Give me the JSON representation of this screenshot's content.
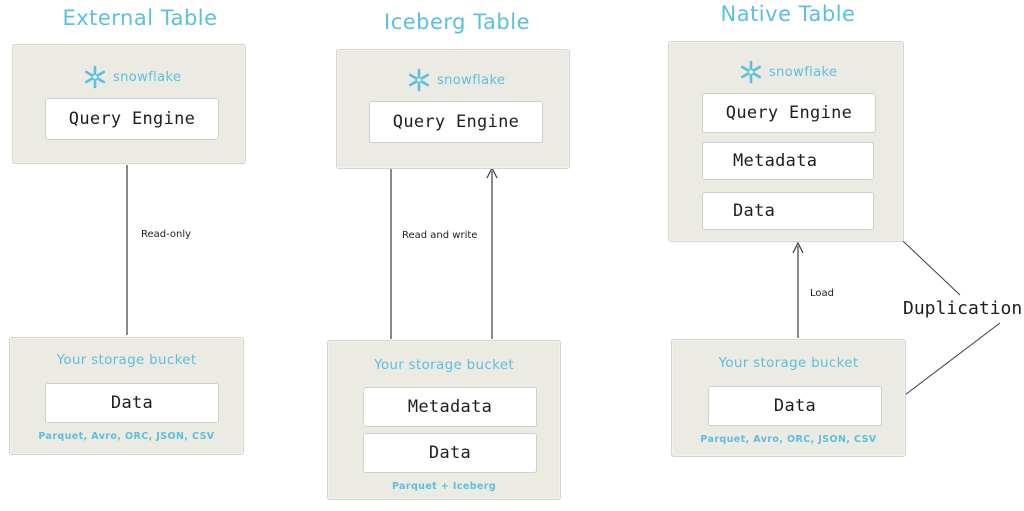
{
  "colors": {
    "accent": "#5bbfe0",
    "panel": "#ecebe3",
    "line": "#3c3c3c"
  },
  "external": {
    "title": "External Table",
    "brand": "snowflake",
    "engine": "Query Engine",
    "edge": "Read-only",
    "bucket": "Your storage bucket",
    "data": "Data",
    "formats": "Parquet, Avro, ORC, JSON, CSV"
  },
  "iceberg": {
    "title": "Iceberg Table",
    "brand": "snowflake",
    "engine": "Query Engine",
    "edge": "Read and write",
    "bucket": "Your storage bucket",
    "metadata": "Metadata",
    "data": "Data",
    "formats": "Parquet + Iceberg"
  },
  "native": {
    "title": "Native Table",
    "brand": "snowflake",
    "engine": "Query Engine",
    "metadata": "Metadata",
    "data": "Data",
    "edge": "Load",
    "bucket": "Your storage bucket",
    "bucket_data": "Data",
    "formats": "Parquet, Avro, ORC, JSON, CSV"
  },
  "duplication": "Duplication",
  "icons": {
    "logo": "snowflake-icon"
  }
}
